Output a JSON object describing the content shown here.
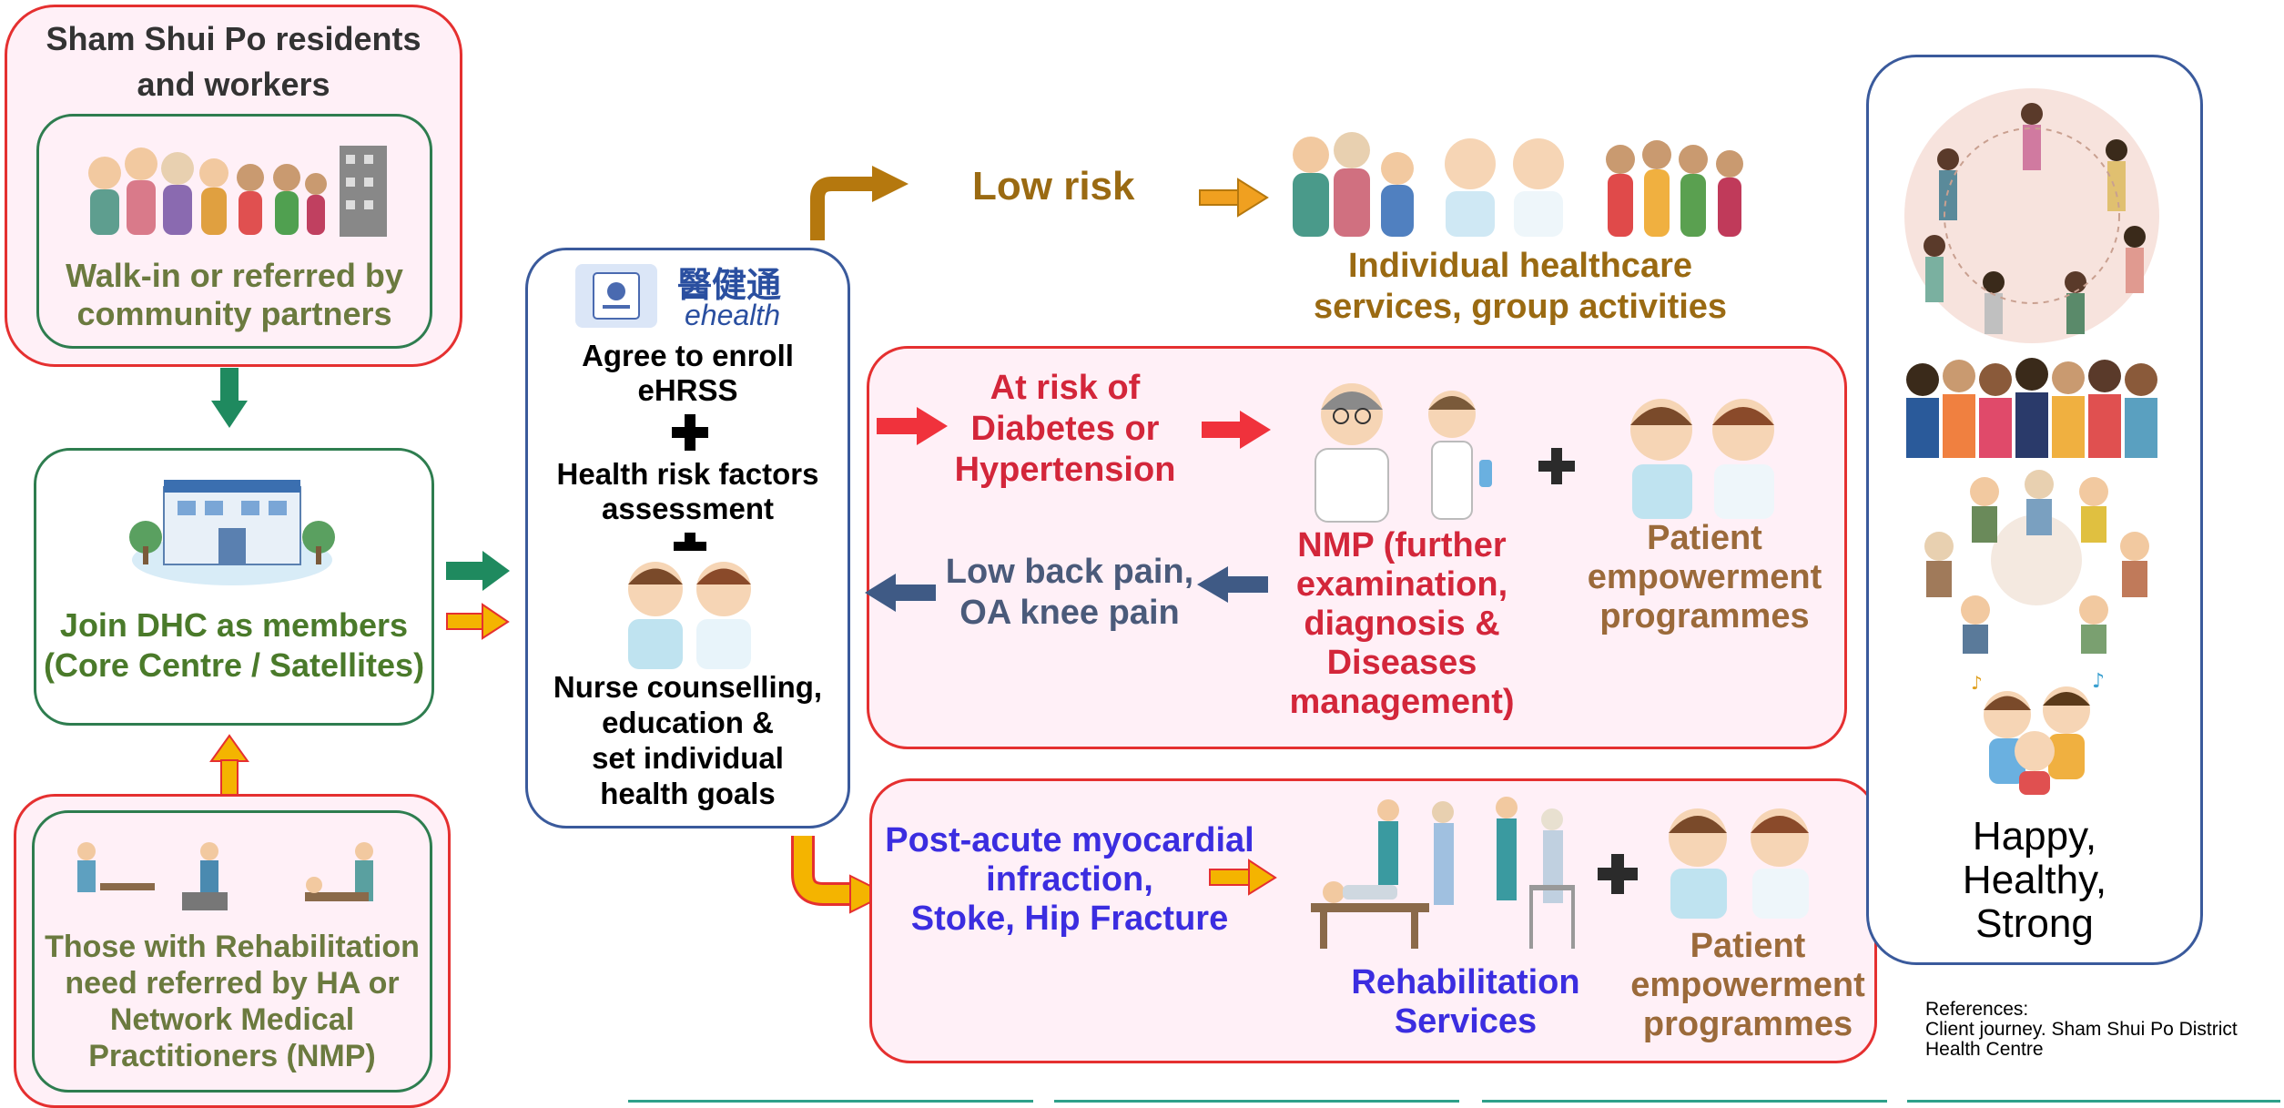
{
  "colors": {
    "red_border": "#e53030",
    "green_border": "#2e7d4f",
    "navy_border": "#3a5a9c",
    "pink_fill": "#fff0f7",
    "green_arrow": "#1f8a5f",
    "orange_arrow": "#f4b400",
    "red_arrow": "#f0323c",
    "navy_arrow": "#3f5a85",
    "brown_arrow": "#b5780e"
  },
  "left": {
    "residents_title": [
      "Sham Shui Po residents",
      "and workers"
    ],
    "walkin_text": [
      "Walk-in or referred by",
      "community partners"
    ],
    "join_text": [
      "Join DHC as members",
      "(Core Centre / Satellites)"
    ],
    "rehab_text": [
      "Those with Rehabilitation",
      "need referred by HA or",
      "Network Medical",
      "Practitioners (NMP)"
    ]
  },
  "middle": {
    "ehealth_chinese": "醫健通",
    "ehealth_latin": "ehealth",
    "enroll_text": [
      "Agree to enroll",
      "eHRSS"
    ],
    "assessment_text": [
      "Health risk factors",
      "assessment"
    ],
    "nurse_text": [
      "Nurse counselling,",
      "education &",
      "set individual",
      "health goals"
    ]
  },
  "low_risk": {
    "label": "Low risk",
    "services": [
      "Individual healthcare",
      "services, group activities"
    ]
  },
  "at_risk": {
    "label": [
      "At risk of",
      "Diabetes or",
      "Hypertension"
    ],
    "back_pain": [
      "Low back pain,",
      "OA knee pain"
    ],
    "nmp": [
      "NMP (further",
      "examination,",
      "diagnosis &",
      "Diseases",
      "management)"
    ],
    "empower": [
      "Patient",
      "empowerment",
      "programmes"
    ]
  },
  "rehab_row": {
    "label": [
      "Post-acute myocardial",
      "infraction,",
      "Stoke, Hip Fracture"
    ],
    "services": [
      "Rehabilitation",
      "Services"
    ],
    "empower": [
      "Patient",
      "empowerment",
      "programmes"
    ]
  },
  "outcome": {
    "text": [
      "Happy,",
      "Healthy,",
      "Strong"
    ]
  },
  "references": {
    "heading": "References:",
    "lines": [
      "Client journey. Sham Shui Po District",
      "Health Centre"
    ]
  }
}
